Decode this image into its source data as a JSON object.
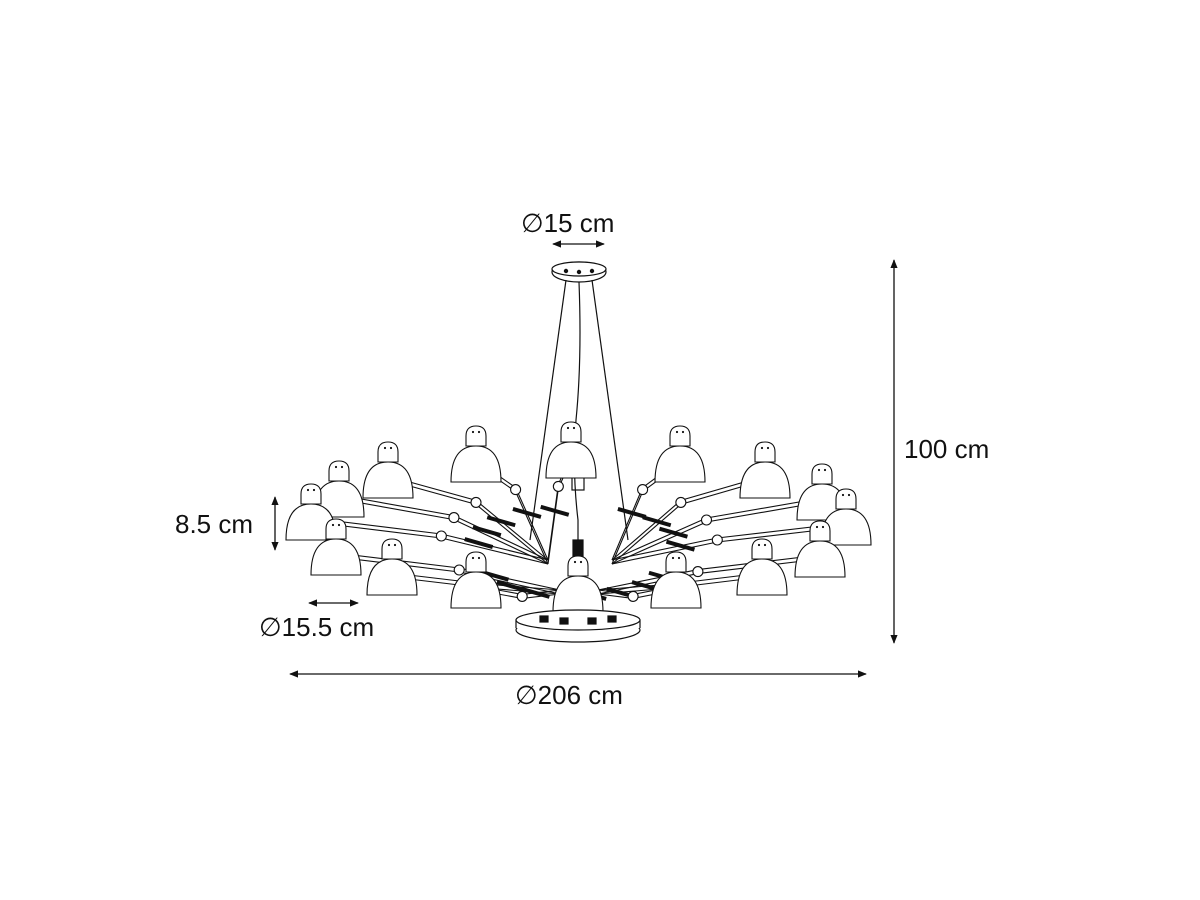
{
  "dimensions": {
    "canopy_diameter": "∅15 cm",
    "height": "100 cm",
    "shade_height": "8.5 cm",
    "shade_diameter": "∅15.5 cm",
    "overall_diameter": "∅206 cm"
  },
  "colors": {
    "line": "#111111",
    "background": "#ffffff"
  }
}
